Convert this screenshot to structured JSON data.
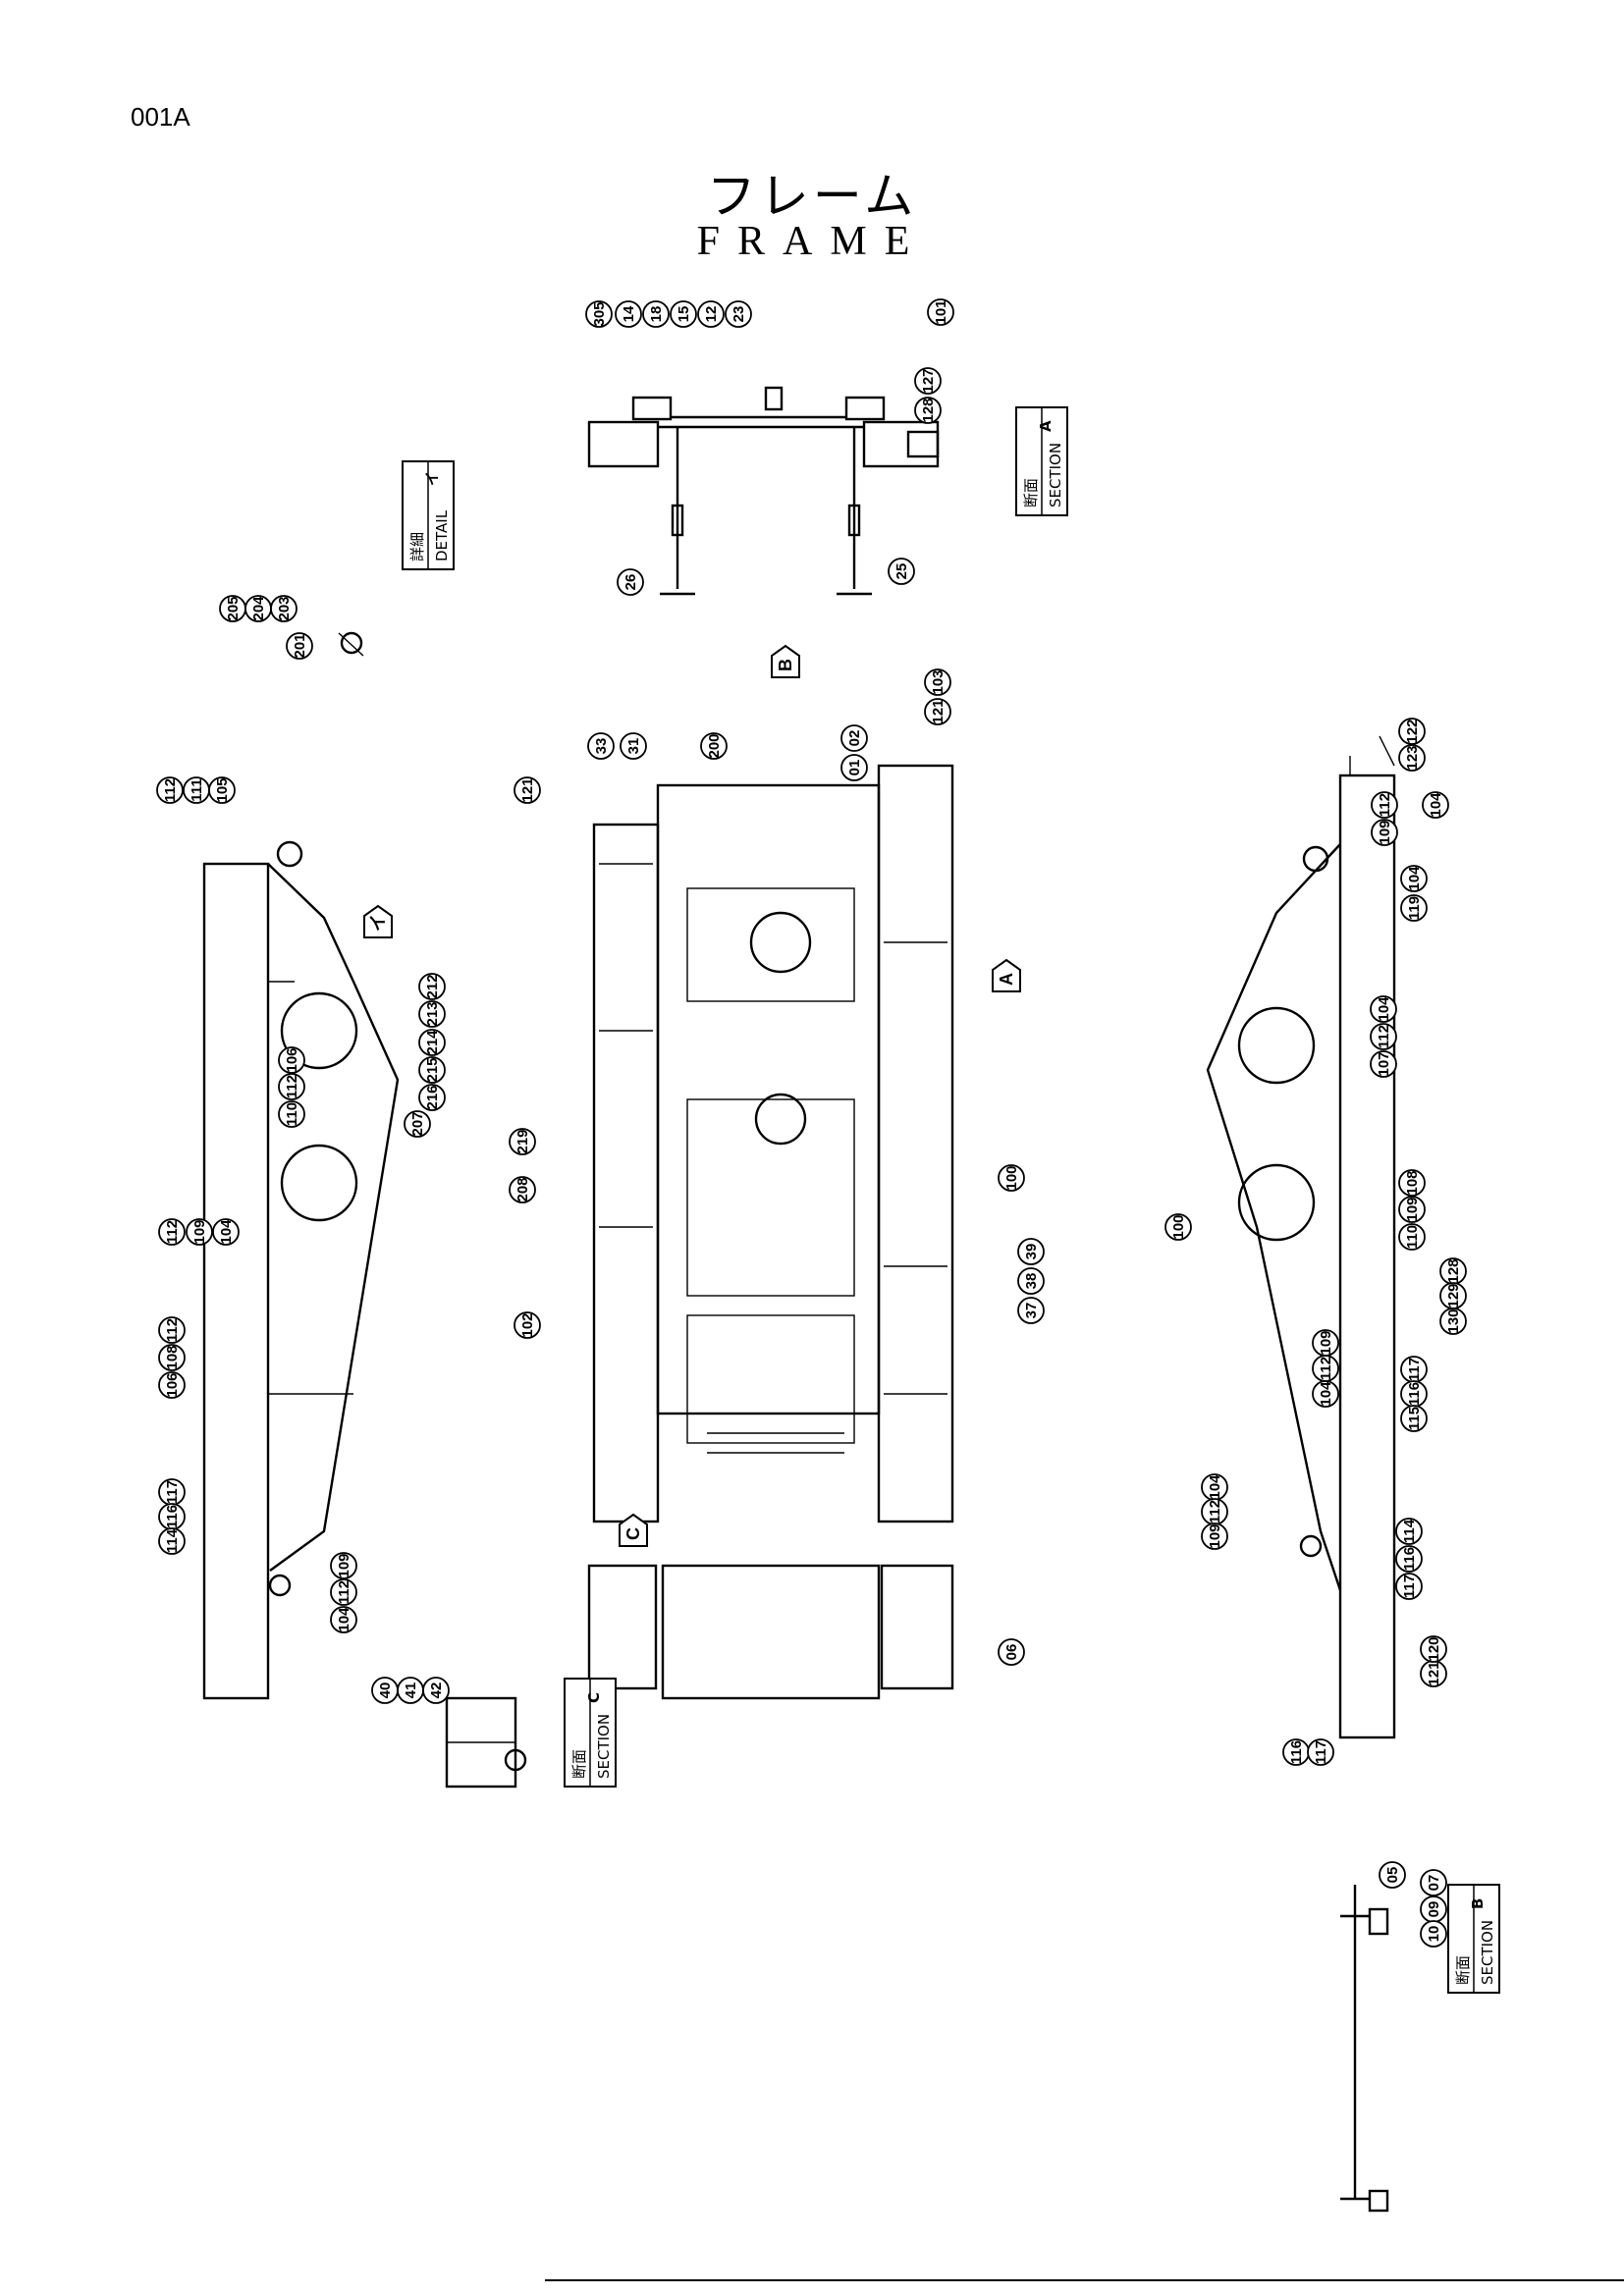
{
  "header": {
    "page_code": "001A",
    "title_jp": "フレーム",
    "title_en": "FRAME"
  },
  "sections": {
    "a": {
      "jp": "断面",
      "en": "SECTION",
      "letter": "A"
    },
    "b": {
      "jp": "断面",
      "en": "SECTION",
      "letter": "B"
    },
    "c": {
      "jp": "断面",
      "en": "SECTION",
      "letter": "C"
    },
    "detail": {
      "jp": "詳細",
      "en": "DETAIL",
      "letter": "イ"
    }
  },
  "view_arrows": {
    "a": "A",
    "b": "B",
    "c": "C",
    "detail": "イ"
  },
  "callouts": {
    "top": [
      "305",
      "14",
      "18",
      "15",
      "12",
      "23",
      "101",
      "127",
      "128",
      "26",
      "25"
    ],
    "detail": [
      "205",
      "204",
      "203",
      "201"
    ],
    "center": [
      "33",
      "31",
      "200",
      "02",
      "01",
      "103",
      "121",
      "121b",
      "219",
      "208",
      "100",
      "39",
      "38",
      "37",
      "102",
      "06"
    ],
    "left": [
      "112",
      "111",
      "105",
      "212",
      "213",
      "214",
      "215",
      "216",
      "207",
      "106",
      "112b",
      "110",
      "112c",
      "109",
      "104",
      "112d",
      "108",
      "106b",
      "117",
      "116",
      "114",
      "109b",
      "112e",
      "104b"
    ],
    "right": [
      "122",
      "123",
      "112",
      "109",
      "104",
      "104b",
      "119",
      "104c",
      "112b",
      "107",
      "108",
      "109b",
      "110",
      "100",
      "128",
      "129",
      "130",
      "109c",
      "112c",
      "104d",
      "117",
      "116",
      "115",
      "104e",
      "112d",
      "109d",
      "114",
      "116b",
      "117b",
      "121",
      "120",
      "116c",
      "117c"
    ],
    "section_c": [
      "40",
      "41",
      "42"
    ],
    "section_b": [
      "05",
      "07",
      "09",
      "10"
    ]
  },
  "labels": {
    "305": "305",
    "14": "14",
    "18": "18",
    "15": "15",
    "12": "12",
    "23": "23",
    "101": "101",
    "127": "127",
    "128": "128",
    "26": "26",
    "25": "25",
    "205": "205",
    "204": "204",
    "203": "203",
    "201": "201",
    "33": "33",
    "31": "31",
    "200": "200",
    "02": "02",
    "01": "01",
    "103": "103",
    "121": "121",
    "219": "219",
    "208": "208",
    "100": "100",
    "39": "39",
    "38": "38",
    "37": "37",
    "102": "102",
    "06": "06",
    "112": "112",
    "111": "111",
    "105": "105",
    "212": "212",
    "213": "213",
    "214": "214",
    "215": "215",
    "216": "216",
    "207": "207",
    "106": "106",
    "110": "110",
    "109": "109",
    "104": "104",
    "108": "108",
    "117": "117",
    "116": "116",
    "114": "114",
    "122": "122",
    "123": "123",
    "119": "119",
    "107": "107",
    "129": "129",
    "130": "130",
    "115": "115",
    "120": "120",
    "40": "40",
    "41": "41",
    "42": "42",
    "05": "05",
    "07": "07",
    "09": "09",
    "10": "10"
  }
}
